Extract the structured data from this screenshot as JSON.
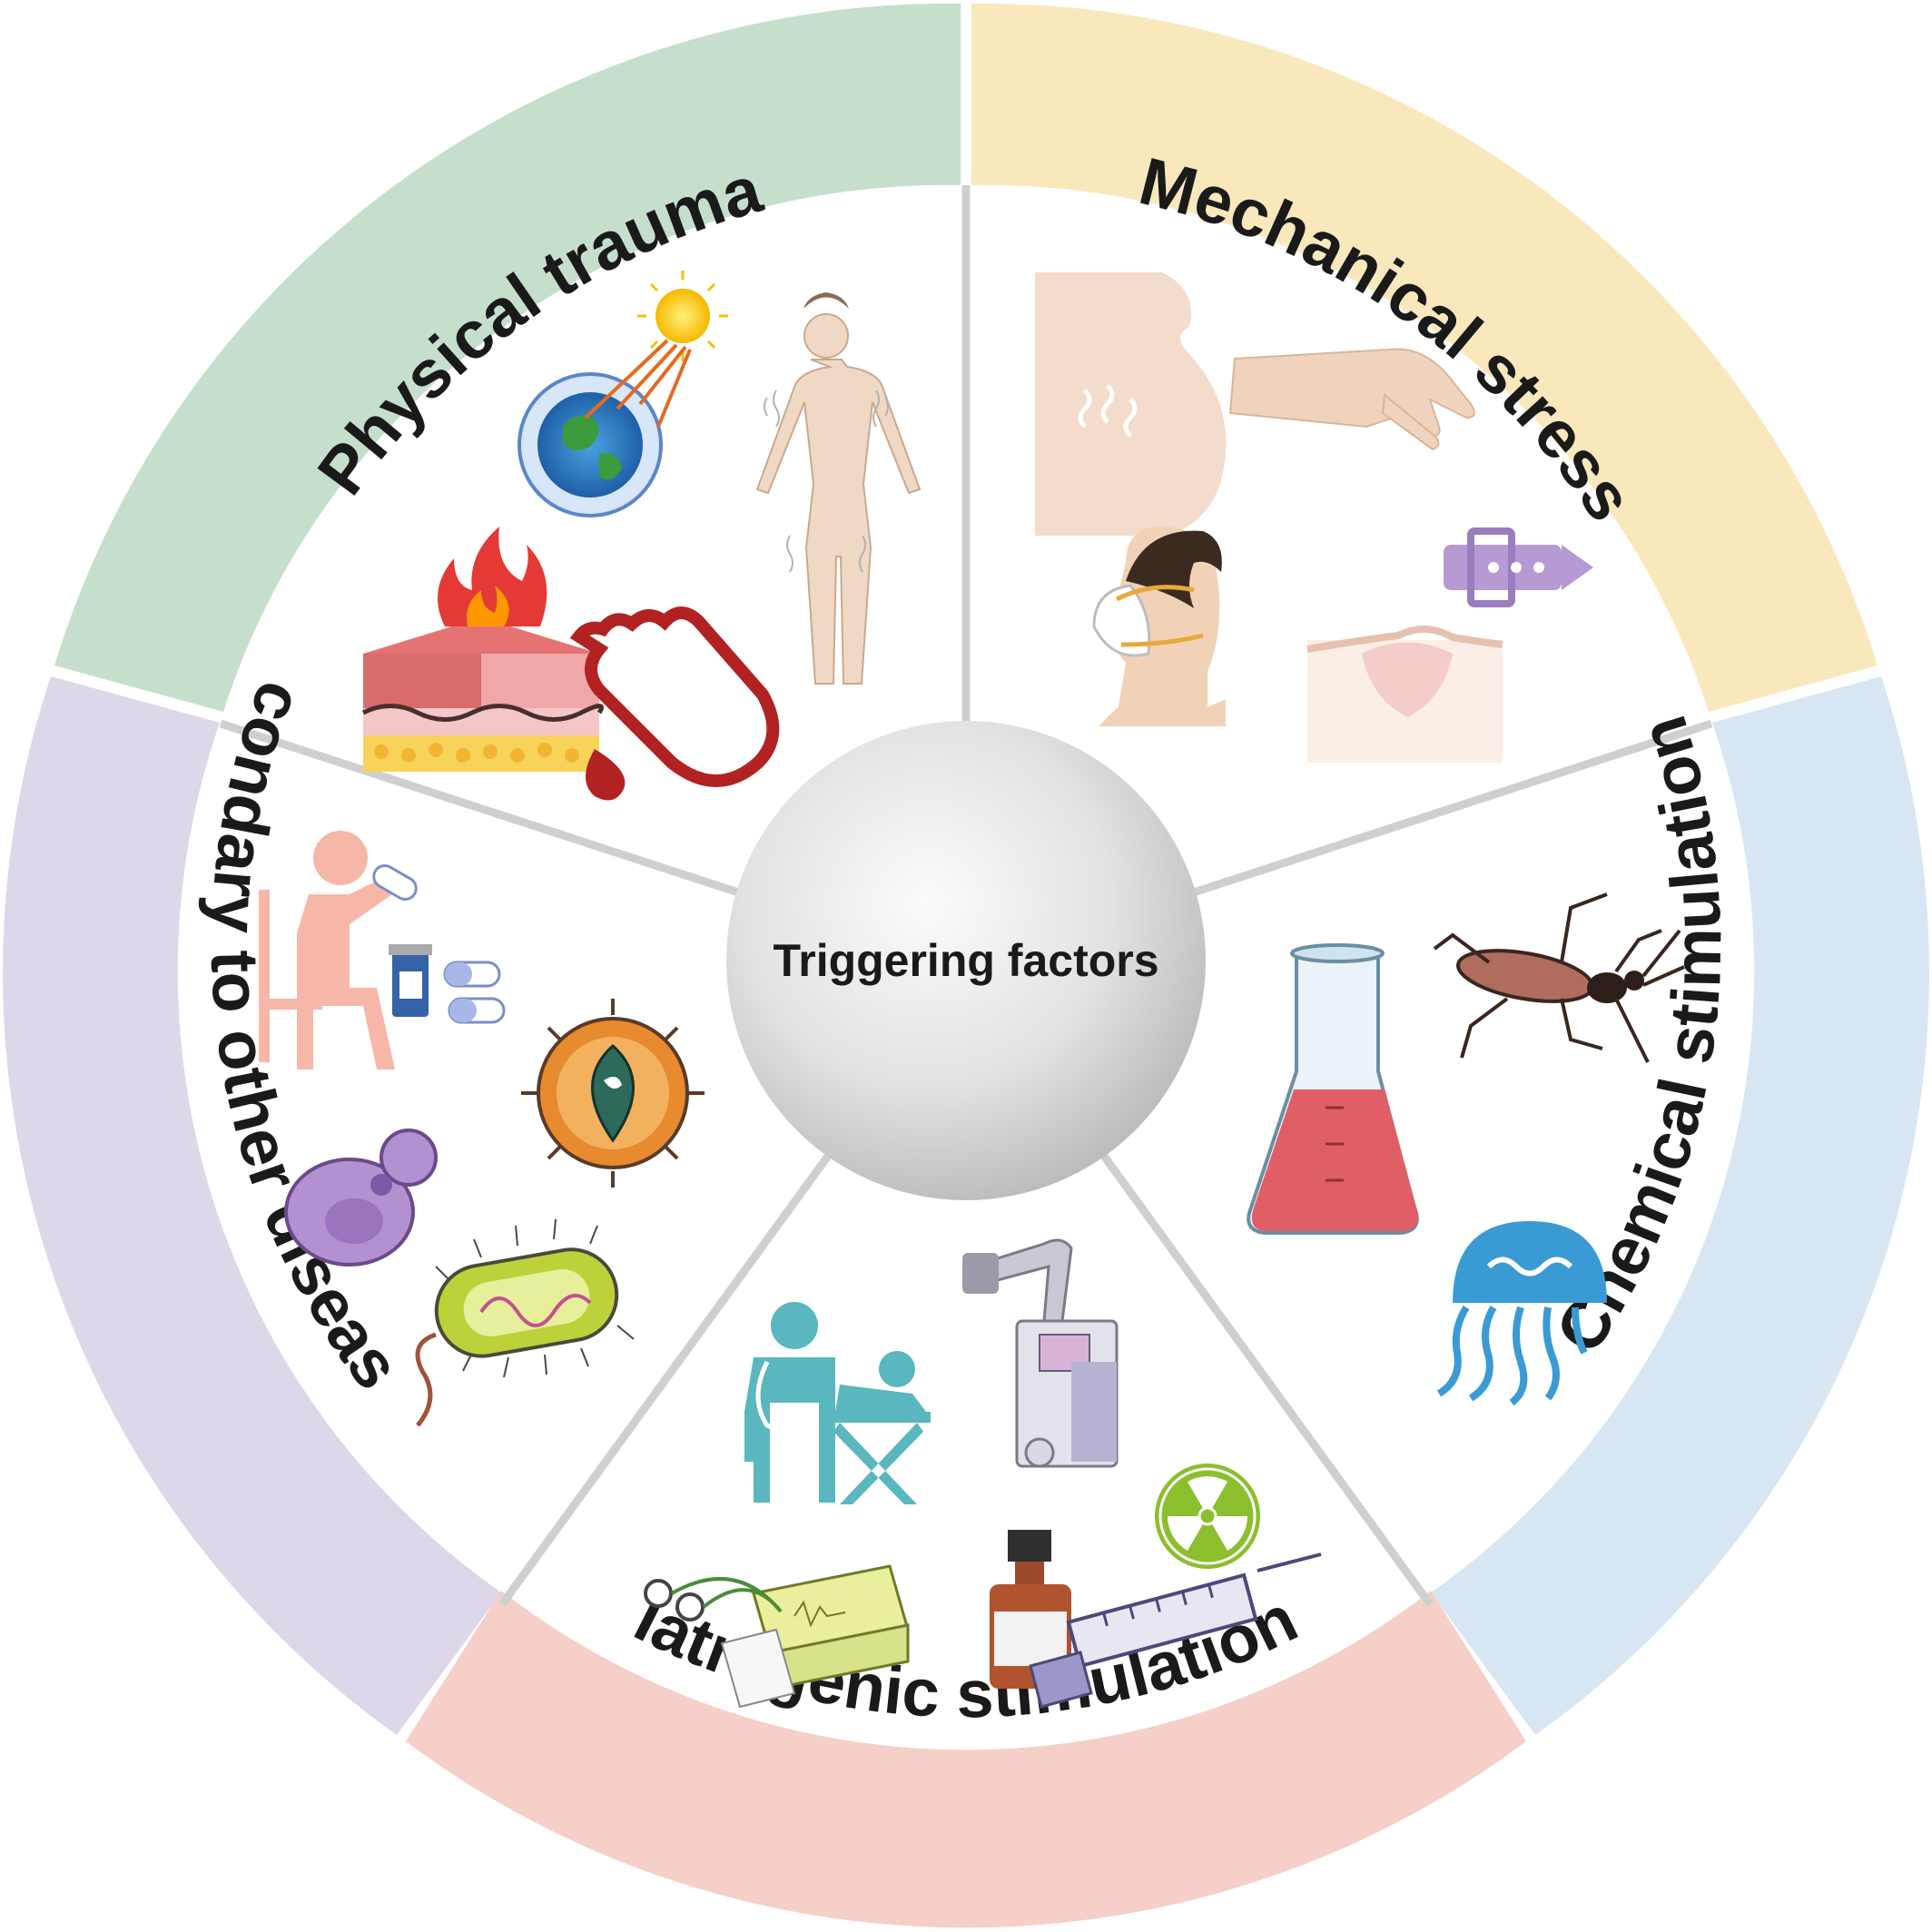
{
  "center": {
    "label": "Triggering factors"
  },
  "sectors": [
    {
      "id": "physical",
      "title": "Physical  trauma",
      "color": "#c5dfcc",
      "icons": [
        "sun-radiation-earth-icon",
        "human-body-cold-icon",
        "burned-skin-icon",
        "bleeding-hand-icon"
      ]
    },
    {
      "id": "mechanical",
      "title": "Mechanical stress",
      "color": "#fae8bd",
      "icons": [
        "pregnant-belly-icon",
        "scratching-hand-icon",
        "face-mask-icon",
        "belt-buckle-icon",
        "skin-lesion-icon"
      ]
    },
    {
      "id": "chemical",
      "title": "Chemical stimulation",
      "color": "#d7e6f2",
      "icons": [
        "flask-icon",
        "insect-icon",
        "jellyfish-icon"
      ]
    },
    {
      "id": "iatrogenic",
      "title": "Iatrogenic stimulation",
      "color": "#f6cfc8",
      "icons": [
        "doctor-patient-icon",
        "x-ray-machine-icon",
        "radiation-icon",
        "ecg-machine-icon",
        "medicine-vial-icon",
        "syringe-icon"
      ]
    },
    {
      "id": "secondary",
      "title": "Secondary to other diseases",
      "color": "#ddd7e9",
      "icons": [
        "person-taking-pill-icon",
        "pill-bottle-icon",
        "virus-icon",
        "yeast-cell-icon",
        "bacterium-icon"
      ]
    }
  ]
}
